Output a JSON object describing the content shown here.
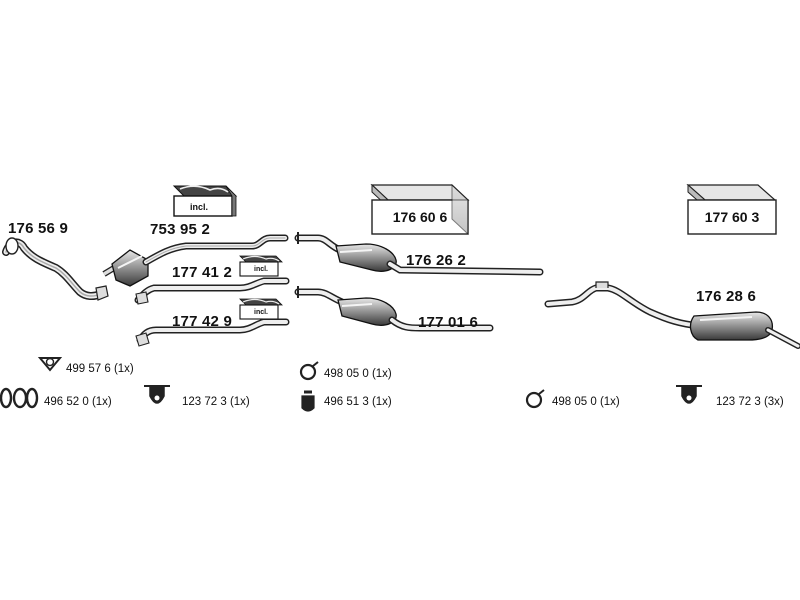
{
  "diagram": {
    "kits": [
      {
        "id": "kit-176606",
        "label": "176 60 6"
      },
      {
        "id": "kit-177603",
        "label": "177 60 3"
      }
    ],
    "incl_label": "incl.",
    "parts": {
      "front_pipe": "176 56 9",
      "catalyst_pipe": "753 95 2",
      "pipe_177412": "177 41 2",
      "pipe_177429": "177 42 9",
      "middle_silencer_1": "176 26 2",
      "middle_silencer_2": "177 01 6",
      "rear_silencer": "176 28 6"
    },
    "accessories": [
      {
        "id": "acc-499576",
        "text": "499 57 6 (1x)",
        "icon": "triangle-gasket-icon"
      },
      {
        "id": "acc-496520",
        "text": "496 52 0 (1x)",
        "icon": "ring-clamp-icon"
      },
      {
        "id": "acc-123723a",
        "text": "123 72 3 (1x)",
        "icon": "rubber-hanger-icon"
      },
      {
        "id": "acc-498050a",
        "text": "498 05 0 (1x)",
        "icon": "ring-gasket-icon"
      },
      {
        "id": "acc-496513",
        "text": "496 51 3 (1x)",
        "icon": "bolt-clamp-icon"
      },
      {
        "id": "acc-498050b",
        "text": "498 05 0 (1x)",
        "icon": "ring-gasket-icon"
      },
      {
        "id": "acc-123723b",
        "text": "123 72 3 (3x)",
        "icon": "rubber-hanger-icon"
      }
    ]
  }
}
